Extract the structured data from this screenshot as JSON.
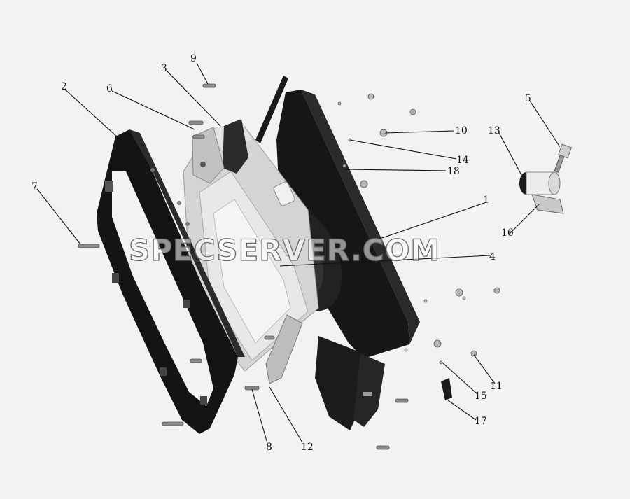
{
  "diagram": {
    "callouts": [
      {
        "id": "1",
        "label": "1"
      },
      {
        "id": "2",
        "label": "2"
      },
      {
        "id": "3",
        "label": "3"
      },
      {
        "id": "4",
        "label": "4"
      },
      {
        "id": "5",
        "label": "5"
      },
      {
        "id": "6",
        "label": "6"
      },
      {
        "id": "7",
        "label": "7"
      },
      {
        "id": "8",
        "label": "8"
      },
      {
        "id": "9",
        "label": "9"
      },
      {
        "id": "10",
        "label": "10"
      },
      {
        "id": "11",
        "label": "11"
      },
      {
        "id": "12",
        "label": "12"
      },
      {
        "id": "13",
        "label": "13"
      },
      {
        "id": "14",
        "label": "14"
      },
      {
        "id": "15",
        "label": "15"
      },
      {
        "id": "16",
        "label": "16"
      },
      {
        "id": "17",
        "label": "17"
      },
      {
        "id": "18",
        "label": "18"
      }
    ]
  },
  "watermark": {
    "text": "SPECSERVER.COM"
  },
  "colors": {
    "background": "#f2f2f2",
    "frame": "#141414",
    "housing": "#d6d6d6",
    "fasteners": "#8a8a8a"
  }
}
